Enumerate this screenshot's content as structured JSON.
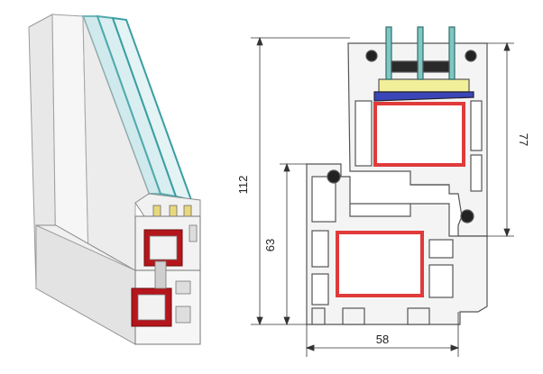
{
  "diagram": {
    "dimensions": {
      "total_height": "112",
      "frame_height": "63",
      "sash_height": "77",
      "profile_depth": "58"
    },
    "colors": {
      "profile": "#f4f4f4",
      "profile_shade": "#d9d9d9",
      "outline": "#555555",
      "steel_reinforcement": "#e03a3a",
      "reinforcement_3d": "#b5161c",
      "glass": "#7fc7c3",
      "spacer_bar": "#2a2a2a",
      "glazing_bead": "#f2ef9a",
      "seal": "#3a46b8"
    }
  }
}
